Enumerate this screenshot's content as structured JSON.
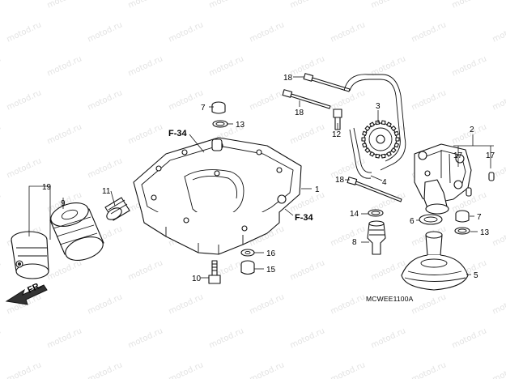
{
  "diagram": {
    "code": "MCWEE1100A",
    "watermark": "motod.ru",
    "front_label": "FR.",
    "ref_labels": [
      "F-34",
      "F-34"
    ],
    "callouts": {
      "c1": "1",
      "c2": "2",
      "c3": "3",
      "c4": "4",
      "c5": "5",
      "c6": "6",
      "c7a": "7",
      "c7b": "7",
      "c8": "8",
      "c9": "9",
      "c10": "10",
      "c11": "11",
      "c12": "12",
      "c13a": "13",
      "c13b": "13",
      "c14": "14",
      "c15": "15",
      "c16": "16",
      "c17a": "17",
      "c17b": "17",
      "c18a": "18",
      "c18b": "18",
      "c18c": "18",
      "c19": "19"
    }
  }
}
